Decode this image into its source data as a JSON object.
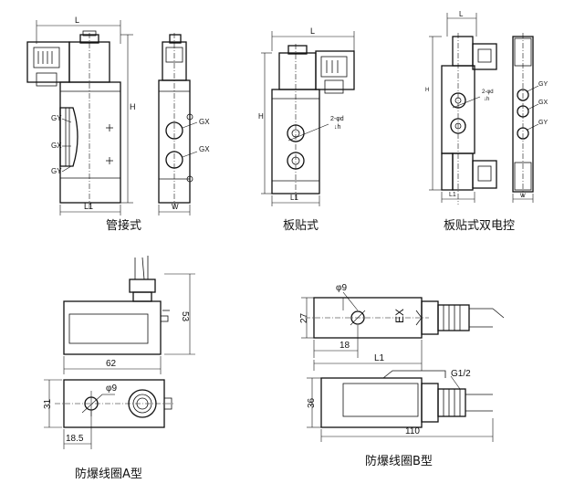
{
  "captions": {
    "pipe": "管接式",
    "plate": "板贴式",
    "plate_dual": "板贴式双电控",
    "coil_a": "防爆线圈A型",
    "coil_b": "防爆线圈B型"
  },
  "labels": {
    "L": "L",
    "L1": "L1",
    "H": "H",
    "W": "W",
    "GY": "GY",
    "GX": "GX",
    "hole_spec_1": "2-φd",
    "hole_spec_2": "↓h",
    "EX": "EX",
    "G12": "G1/2"
  },
  "dims": {
    "a_h": "53",
    "a_w": "62",
    "a_h2": "31",
    "a_hole_x": "18.5",
    "a_hole_d": "φ9",
    "b_h": "27",
    "b_hole_x": "18",
    "b_hole_d": "φ9",
    "b_l1": "L1",
    "b_h2": "36",
    "b_w": "110"
  }
}
